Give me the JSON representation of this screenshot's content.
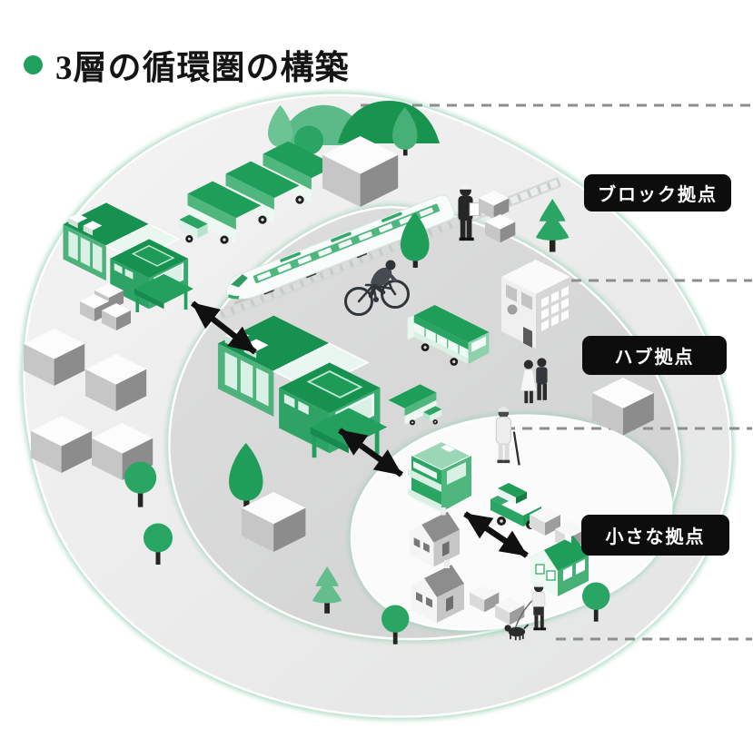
{
  "header": {
    "title": "3層の循環圏の構築",
    "bullet_color": "#21a05d"
  },
  "diagram": {
    "labels": [
      {
        "id": "block-base",
        "text": "ブロック拠点"
      },
      {
        "id": "hub-base",
        "text": "ハブ拠点"
      },
      {
        "id": "small-base",
        "text": "小さな拠点"
      }
    ],
    "zones": [
      {
        "name": "outer-circulation-zone"
      },
      {
        "name": "middle-circulation-zone"
      },
      {
        "name": "inner-circulation-zone"
      }
    ],
    "elements": [
      "block-warehouse-icon",
      "hub-warehouse-icon",
      "small-shop-icon",
      "green-house-icon",
      "truck-icon",
      "train-icon",
      "railway-icon",
      "bicycle-icon",
      "bus-icon",
      "delivery-van-icon",
      "office-building-icon",
      "gray-house-icon",
      "hut-icon",
      "parcel-box-icon",
      "gray-cube-icon",
      "hill-icon",
      "tree-icon",
      "worker-icon",
      "couple-icon",
      "elderly-person-icon",
      "dog-walker-icon",
      "double-arrow-icon",
      "dashed-leader-line"
    ],
    "colors": {
      "green_dark": "#1f9e59",
      "green_mid": "#45ad76",
      "green_light": "#8fd0ad",
      "mint": "#d9f1e5",
      "zone_outer_fill": "#ebebeb",
      "zone_middle_fill": "#d7d8d8",
      "zone_inner_fill": "#fbfbfb",
      "zone_edge_glow": "#8fcfae",
      "label_bg": "#0d0d0d",
      "label_text": "#ffffff",
      "dash_line": "#8a8e8f",
      "arrow": "#101010"
    }
  }
}
